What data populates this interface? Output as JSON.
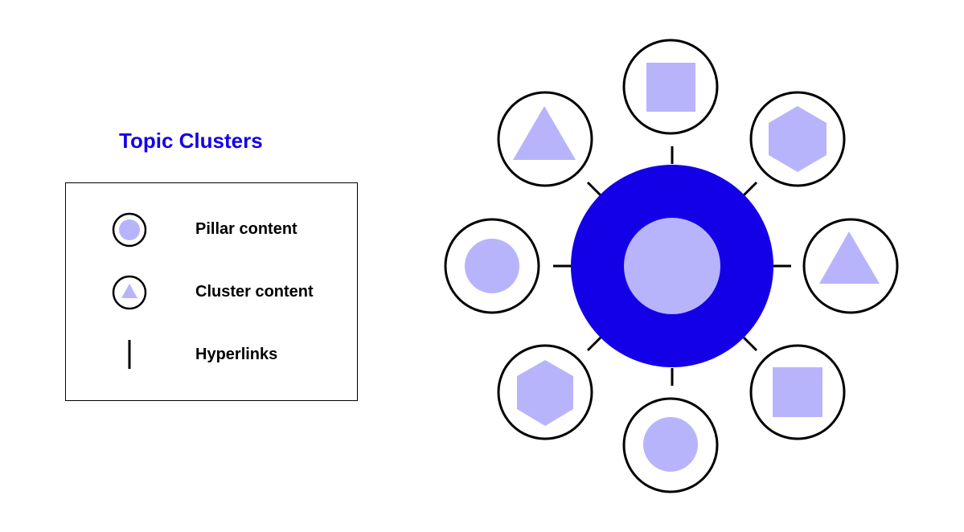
{
  "title": "Topic Clusters",
  "legend": {
    "items": [
      {
        "label": "Pillar content",
        "icon": "pillar-icon"
      },
      {
        "label": "Cluster content",
        "icon": "cluster-icon"
      },
      {
        "label": "Hyperlinks",
        "icon": "hyperlink-icon"
      }
    ]
  },
  "colors": {
    "primary": "#1400e6",
    "shape_fill": "#b8b4fc",
    "stroke": "#000000",
    "background": "#ffffff"
  },
  "diagram": {
    "pillar": "pillar-content-node",
    "clusters": [
      {
        "position": "top",
        "shape": "square"
      },
      {
        "position": "top-right",
        "shape": "hexagon"
      },
      {
        "position": "right",
        "shape": "triangle"
      },
      {
        "position": "bottom-right",
        "shape": "square"
      },
      {
        "position": "bottom",
        "shape": "circle"
      },
      {
        "position": "bottom-left",
        "shape": "hexagon"
      },
      {
        "position": "left",
        "shape": "circle"
      },
      {
        "position": "top-left",
        "shape": "triangle"
      }
    ]
  }
}
